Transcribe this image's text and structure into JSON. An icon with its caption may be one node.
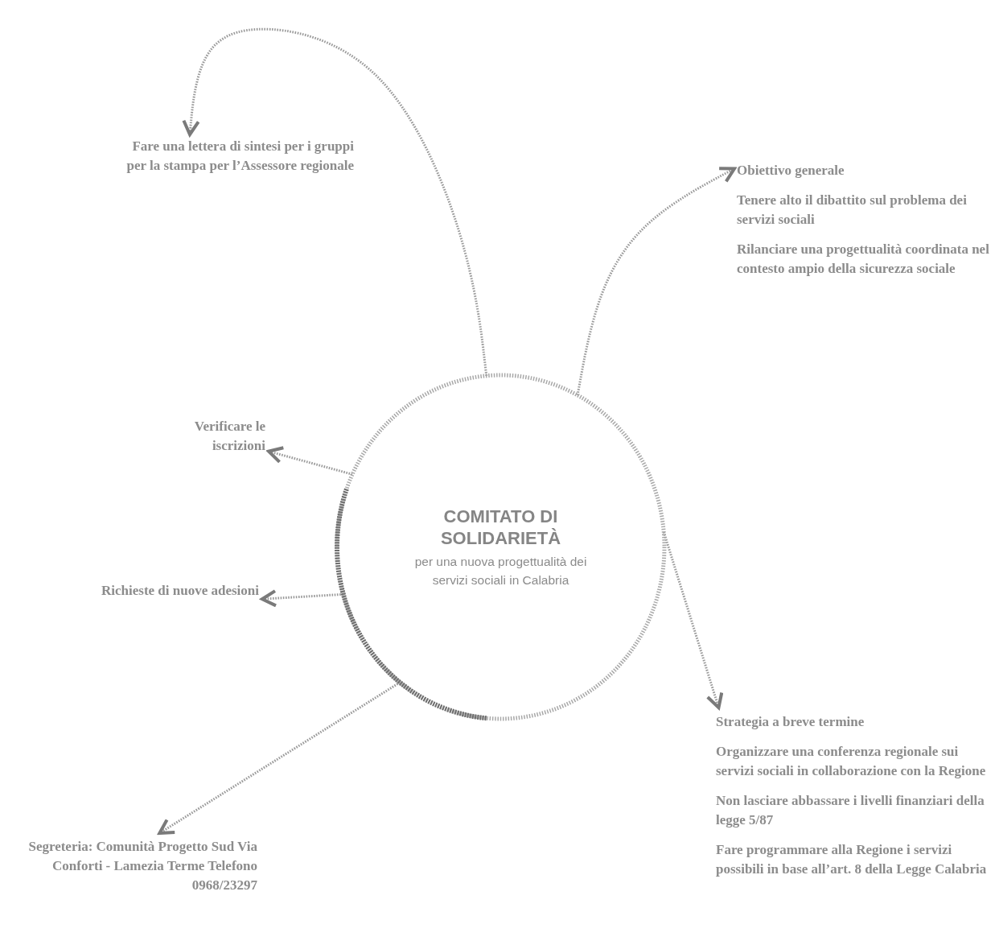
{
  "diagram": {
    "nodes": [
      {
        "text": [
          "COMITATO DI SOLIDARIETÀ",
          "per una nuova progettualità dei servizi sociali in Calabria"
        ]
      },
      {
        "text": [
          "Fare una lettera di sintesi per i gruppi per la stampa per l’Assessore regionale"
        ]
      },
      {
        "text": [
          "Obiettivo generale",
          "Tenere alto il dibattito sul problema dei servizi sociali",
          "Rilanciare una progettualità coordinata nel contesto ampio della sicurezza sociale"
        ]
      },
      {
        "text": [
          "Verificare le iscrizioni"
        ]
      },
      {
        "text": [
          "Richieste di nuove adesioni"
        ]
      },
      {
        "text": [
          "Strategia a breve termine",
          "Organizzare una conferenza regionale sui servizi sociali in collaborazione con la Regione",
          "Non lasciare abbassare i livelli finanziari della legge 5/87",
          "Fare programmare alla Regione i servizi possibili in base all’art. 8 della Legge Calabria"
        ]
      },
      {
        "text": [
          "Segreteria: Comunità Progetto Sud Via Conforti - Lamezia Terme Telefono 0968/23297"
        ]
      }
    ],
    "edges": [
      {
        "from": 0,
        "to": 1,
        "arrow": "to"
      },
      {
        "from": 0,
        "to": 2,
        "arrow": "to"
      },
      {
        "from": 0,
        "to": 3,
        "arrow": "to"
      },
      {
        "from": 0,
        "to": 4,
        "arrow": "to"
      },
      {
        "from": 0,
        "to": 5,
        "arrow": "to"
      },
      {
        "from": 0,
        "to": 6,
        "arrow": "to"
      }
    ]
  }
}
